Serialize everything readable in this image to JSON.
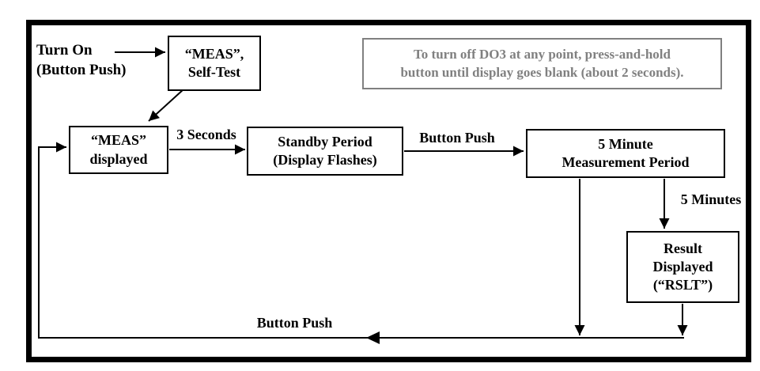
{
  "note": {
    "line1": "To turn off DO3 at any point, press-and-hold",
    "line2": "button until display goes blank (about 2 seconds)."
  },
  "nodes": {
    "turn_on": {
      "line1": "Turn On",
      "line2": "(Button Push)"
    },
    "meas_self_test": {
      "line1": "“MEAS”,",
      "line2": "Self-Test"
    },
    "meas_displayed": {
      "line1": "“MEAS”",
      "line2": "displayed"
    },
    "standby_period": {
      "line1": "Standby Period",
      "line2": "(Display Flashes)"
    },
    "measurement_period": {
      "line1": "5 Minute",
      "line2": "Measurement Period"
    },
    "result_displayed": {
      "line1": "Result",
      "line2": "Displayed",
      "line3": "(“RSLT”)"
    }
  },
  "edge_labels": {
    "three_seconds": "3 Seconds",
    "button_push_top": "Button Push",
    "five_minutes": "5 Minutes",
    "button_push_bottom": "Button Push"
  },
  "colors": {
    "line": "#000000",
    "note_gray": "#808080",
    "background": "#ffffff"
  }
}
